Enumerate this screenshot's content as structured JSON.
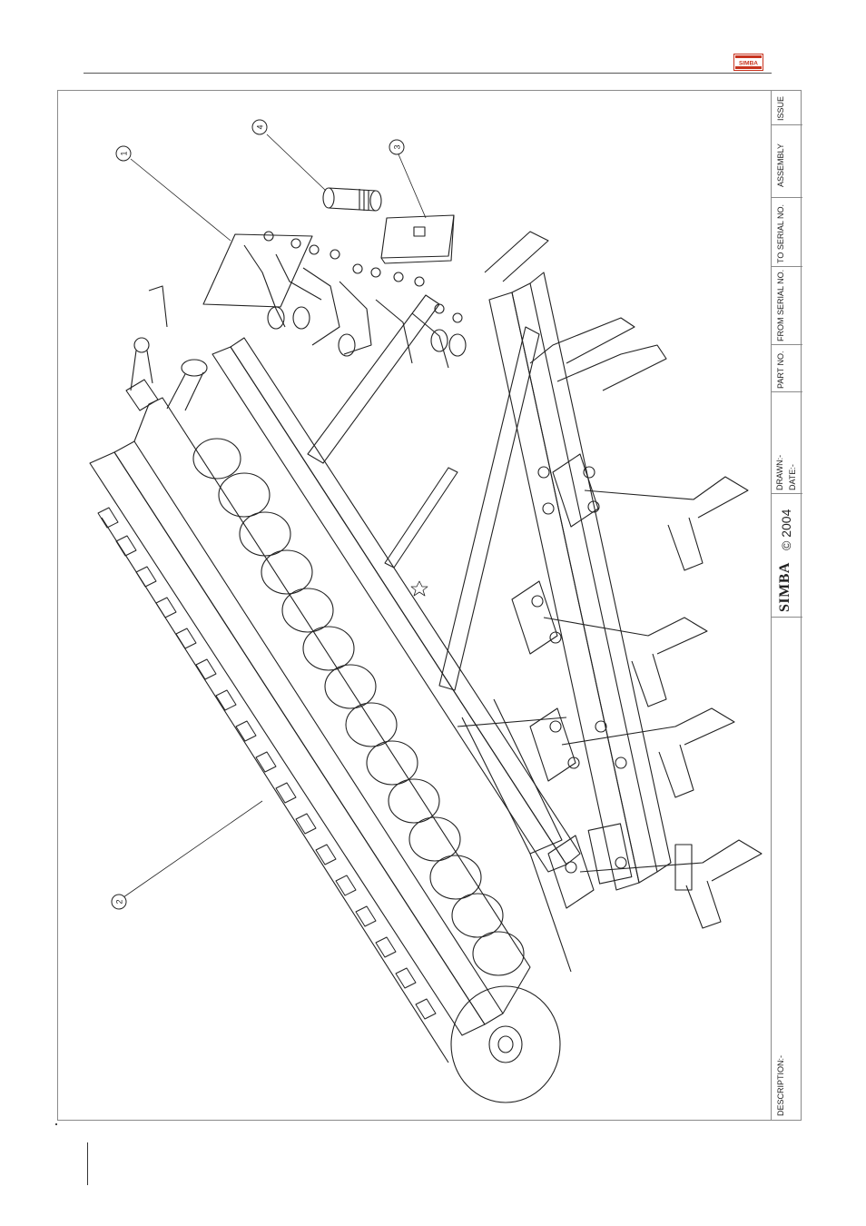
{
  "brand": {
    "logo_text": "SIMBA",
    "logo_color": "#c8331e"
  },
  "title_block": {
    "issue": "ISSUE",
    "assembly": "ASSEMBLY",
    "to_serial_no": "TO SERIAL NO.",
    "from_serial_no": "FROM SERIAL NO.",
    "part_no": "PART NO.",
    "drawn": "DRAWN:-",
    "date": "DATE:-",
    "copyright_brand": "SIMBA",
    "copyright_year": "© 2004",
    "description": "DESCRIPTION:-"
  },
  "callouts": [
    {
      "label": "1"
    },
    {
      "label": "2"
    },
    {
      "label": "3"
    },
    {
      "label": "4"
    }
  ],
  "colors": {
    "line": "#222222",
    "frame": "#8a8a8a"
  }
}
